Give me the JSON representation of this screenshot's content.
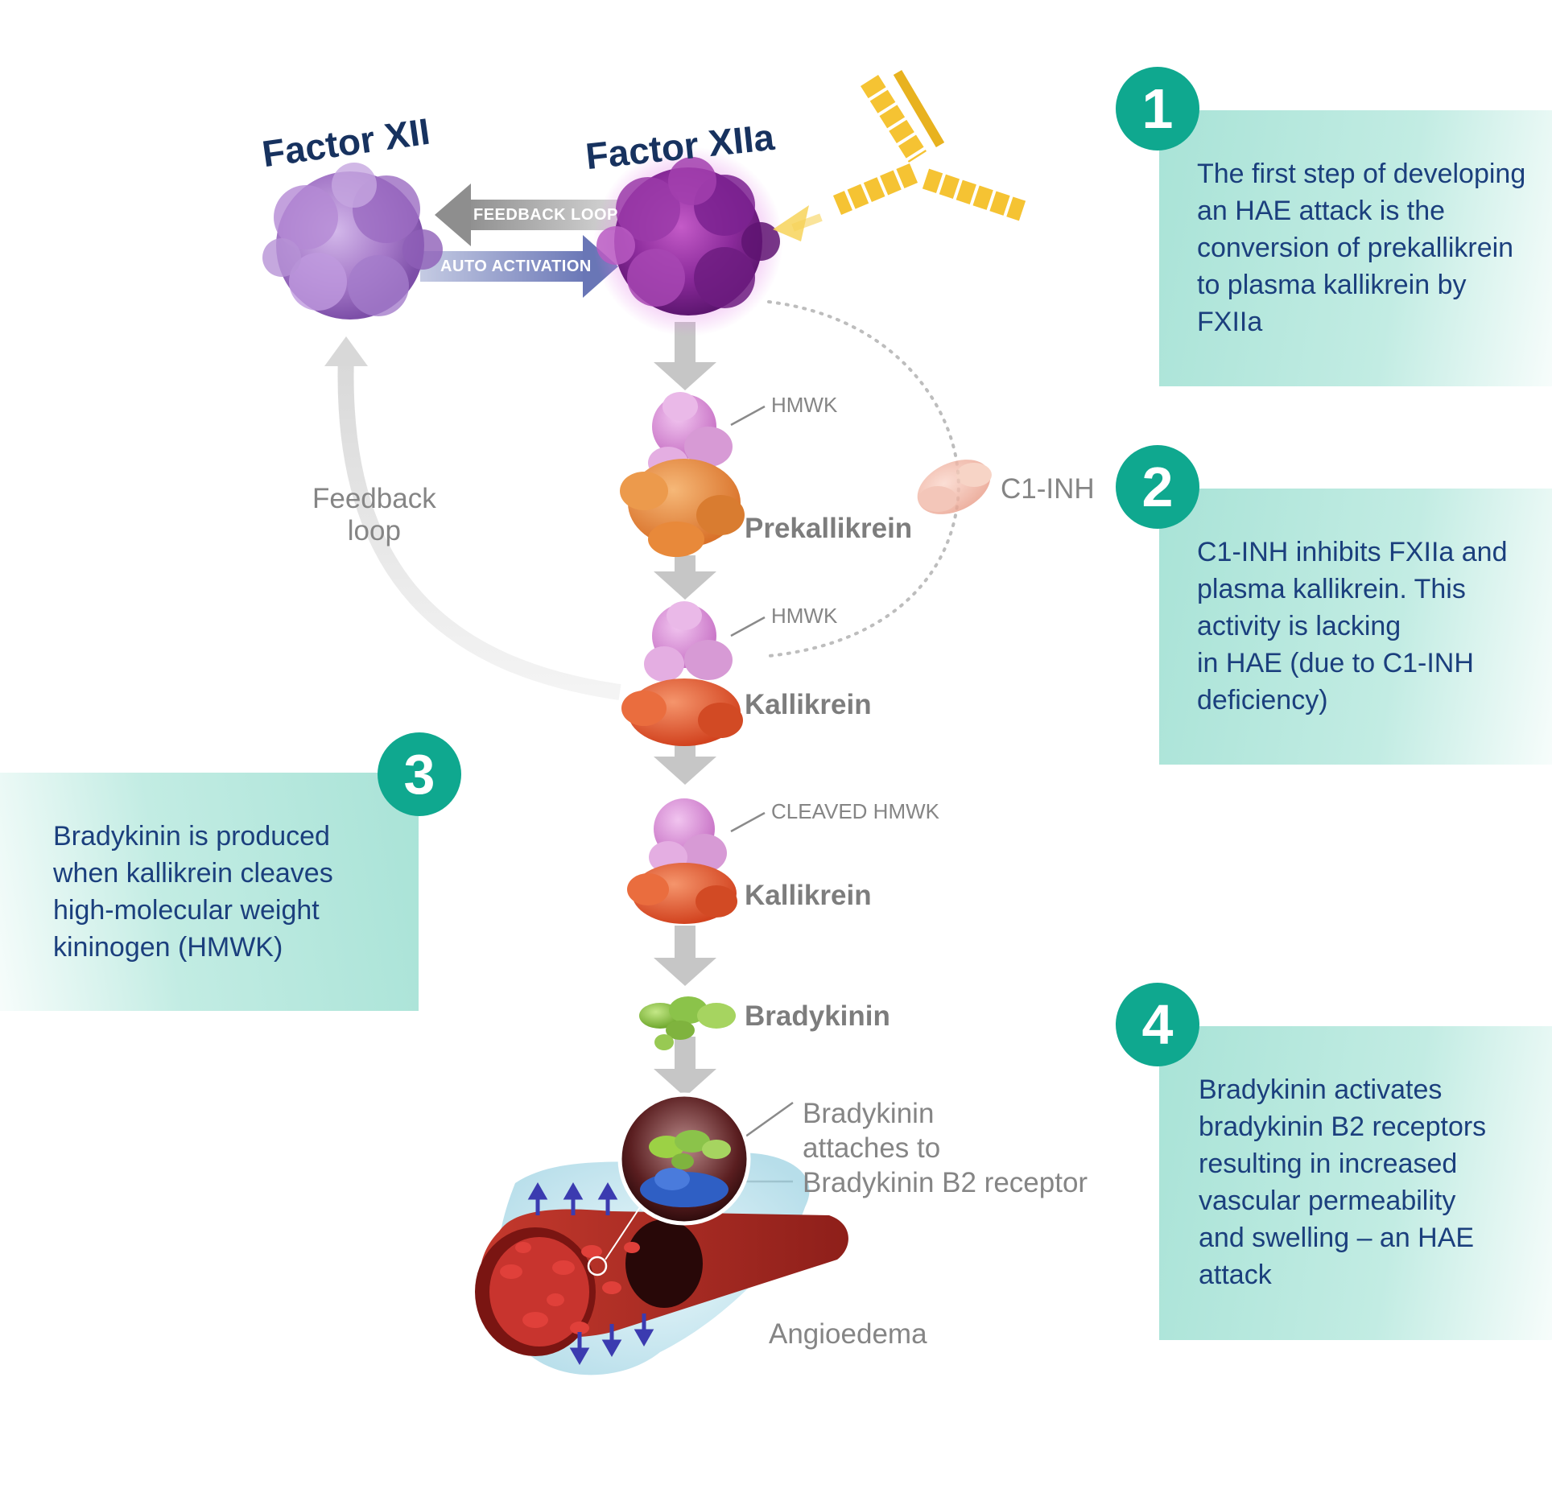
{
  "diagram": {
    "factor_xii": "Factor XII",
    "factor_xiia": "Factor XIIa",
    "feedback_loop_arrow": "FEEDBACK LOOP",
    "auto_activation_arrow": "AUTO ACTIVATION",
    "feedback_loop_label": "Feedback\nloop",
    "hmwk_1": "HMWK",
    "hmwk_2": "HMWK",
    "cleaved_hmwk": "CLEAVED HMWK",
    "prekallikrein": "Prekallikrein",
    "kallikrein_1": "Kallikrein",
    "kallikrein_2": "Kallikrein",
    "c1_inh": "C1-INH",
    "bradykinin": "Bradykinin",
    "receptor_note": "Bradykinin\nattaches to\nBradykinin B2 receptor",
    "angioedema": "Angioedema"
  },
  "steps": [
    {
      "number": "1",
      "text": "The first step of developing\nan HAE attack is the\nconversion of prekallikrein\nto plasma kallikrein by\nFXIIa"
    },
    {
      "number": "2",
      "text": "C1-INH inhibits FXIIa and\nplasma kallikrein. This\nactivity is lacking\nin HAE (due to C1-INH\ndeficiency)"
    },
    {
      "number": "3",
      "text": "Bradykinin is produced\nwhen kallikrein cleaves\nhigh-molecular weight\nkininogen (HMWK)"
    },
    {
      "number": "4",
      "text": "Bradykinin activates\nbradykinin B2 receptors\nresulting in increased\nvascular permeability\nand swelling – an HAE\nattack"
    }
  ],
  "colors": {
    "panel": "#b3e6db",
    "badge": "#0fa88f",
    "step_text": "#1b3f7d",
    "factor_text": "#17325f",
    "label_grey": "#858585",
    "antibody": "#f5c333",
    "factor_xii_protein": "#a67ac9",
    "factor_xiia_protein": "#8a2a9a",
    "hmwk_protein": "#d88fd6",
    "prekallikrein_protein": "#e8893a",
    "kallikrein_protein": "#e45a2e",
    "bradykinin_protein": "#8bc34a",
    "receptor_protein": "#2f5fc4",
    "vessel": "#b8322a"
  }
}
